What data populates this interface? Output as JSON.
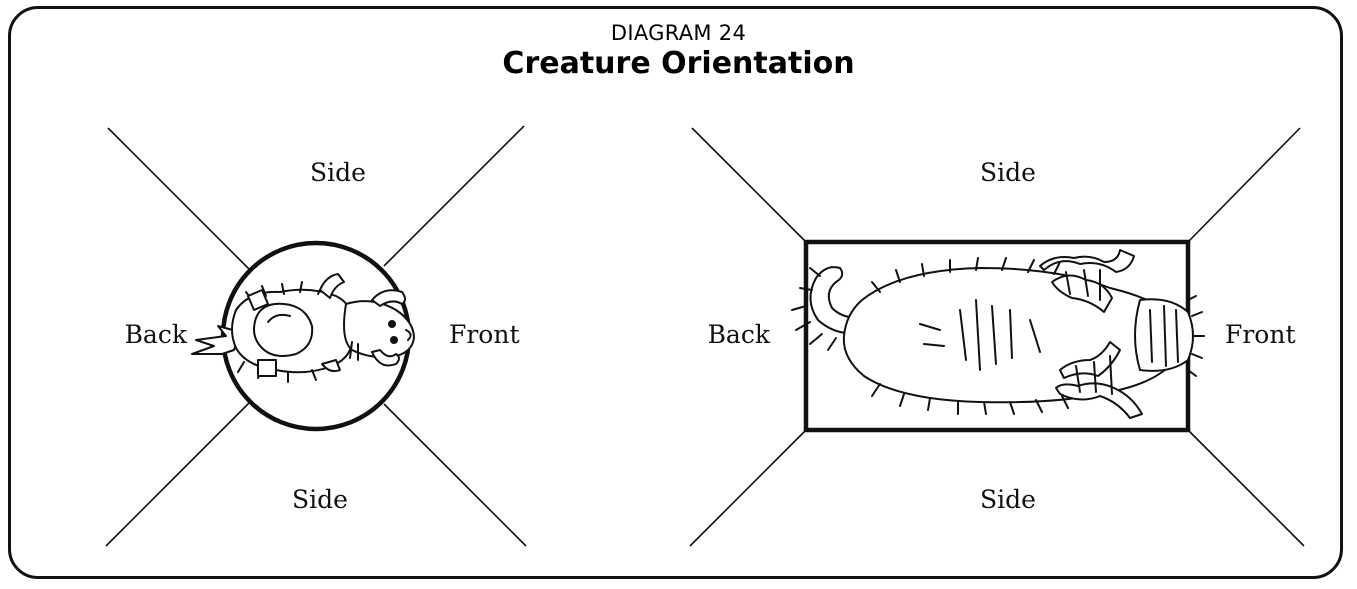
{
  "header": {
    "subtitle": "DIAGRAM 24",
    "title": "Creature Orientation"
  },
  "left_diagram": {
    "shape": "circle",
    "creature": "small furry humanoid creature",
    "labels": {
      "top": "Side",
      "bottom": "Side",
      "left": "Back",
      "right": "Front"
    }
  },
  "right_diagram": {
    "shape": "rectangle",
    "creature": "large furry tailed beast",
    "labels": {
      "top": "Side",
      "bottom": "Side",
      "left": "Back",
      "right": "Front"
    }
  },
  "colors": {
    "line": "#111111",
    "background": "#ffffff"
  }
}
